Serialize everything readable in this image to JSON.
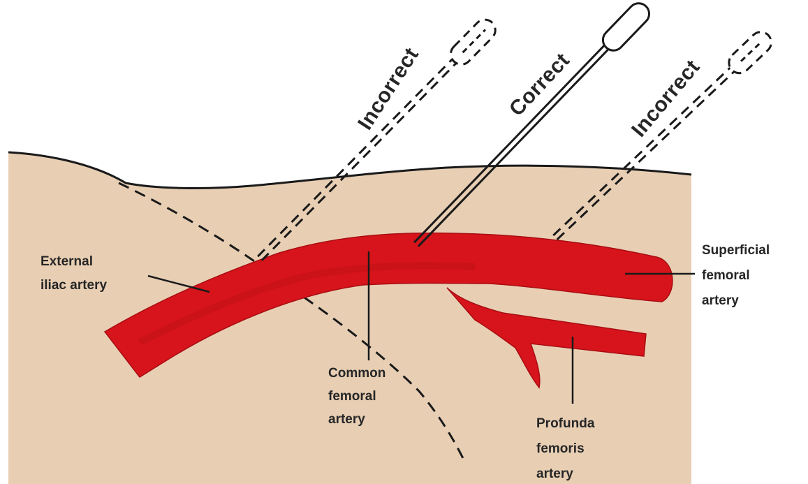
{
  "diagram": {
    "colors": {
      "tissue": "#e8cfb4",
      "artery": "#d7141b",
      "artery_dark": "#b30f14",
      "ink": "#1a1a1a"
    },
    "needles": [
      {
        "id": "needle-left",
        "label": "Incorrect",
        "style": "dashed"
      },
      {
        "id": "needle-center",
        "label": "Correct",
        "style": "solid"
      },
      {
        "id": "needle-right",
        "label": "Incorrect",
        "style": "dashed"
      }
    ],
    "labels": {
      "external_iliac": [
        "External",
        "iliac artery"
      ],
      "common_femoral": [
        "Common",
        "femoral",
        "artery"
      ],
      "superficial_femoral": [
        "Superficial",
        "femoral",
        "artery"
      ],
      "profunda_femoris": [
        "Profunda",
        "femoris",
        "artery"
      ]
    }
  }
}
